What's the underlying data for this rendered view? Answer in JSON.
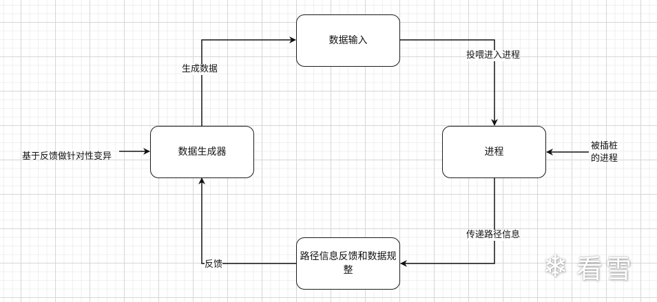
{
  "nodes": {
    "data_input": "数据输入",
    "generator": "数据生成器",
    "process": "进程",
    "feedback_node": "路径信息反馈和数据规整"
  },
  "edge_labels": {
    "generate_data": "生成数据",
    "feed_process": "投喂进入进程",
    "pass_path": "传递路径信息",
    "feedback": "反馈"
  },
  "external_labels": {
    "mutation": "基于反馈做针对性变异",
    "instrumented_line1": "被插桩",
    "instrumented_line2": "的进程"
  },
  "watermark": {
    "icon": "snowflake-icon",
    "text": "看雪"
  }
}
